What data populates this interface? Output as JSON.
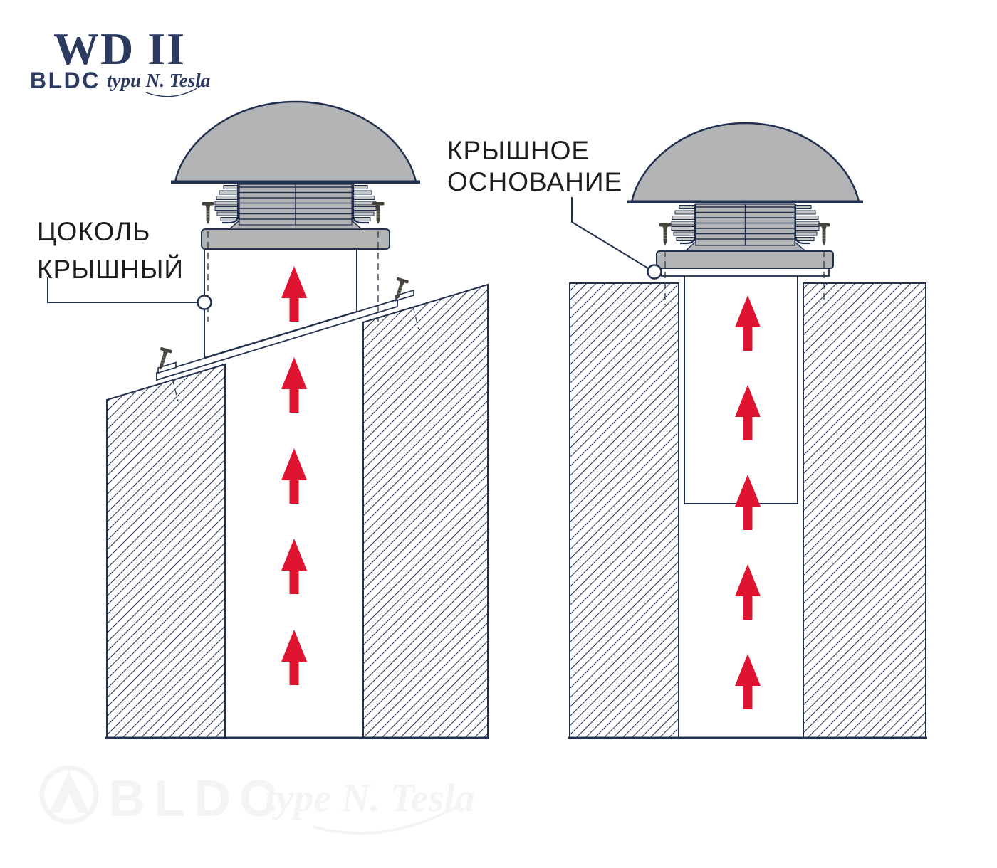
{
  "header_logo": {
    "title": "WD II",
    "brand": "BLDC",
    "script": "typu N. Tesla"
  },
  "callouts": {
    "left": {
      "line1": "ЦОКОЛЬ",
      "line2": "КРЫШНЫЙ"
    },
    "right": {
      "line1": "КРЫШНОЕ",
      "line2": "ОСНОВАНИЕ"
    }
  },
  "watermark": {
    "brand": "BLDC",
    "script": "type N. Tesla"
  },
  "colors": {
    "line_navy": "#22304f",
    "logo_navy": "#2b3a5e",
    "fill_gray": "#b3b4b6",
    "arrow_red": "#de1430",
    "label_text": "#1b1d20",
    "watermark_gray": "#f4f4f5",
    "screw_dark": "#45433b"
  }
}
